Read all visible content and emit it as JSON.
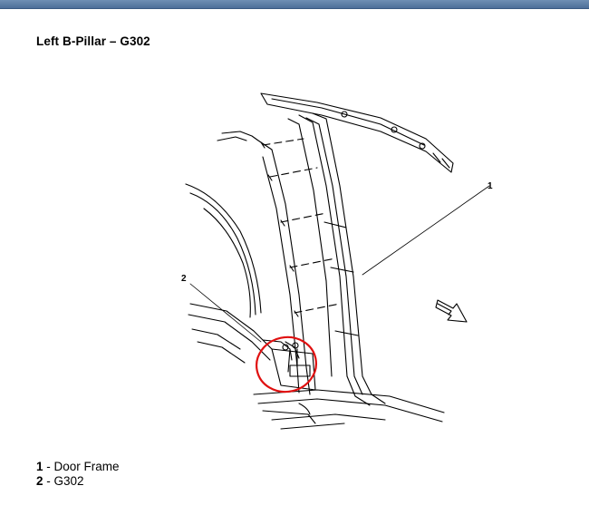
{
  "header": {
    "color": "#5a7aa3"
  },
  "title": "Left B-Pillar – G302",
  "diagram": {
    "callouts": [
      "1",
      "2"
    ],
    "highlight_color": "#e01010"
  },
  "legend": {
    "items": [
      {
        "number": "1",
        "sep": " - ",
        "label": "Door Frame"
      },
      {
        "number": "2",
        "sep": " - ",
        "label": "G302"
      }
    ]
  }
}
